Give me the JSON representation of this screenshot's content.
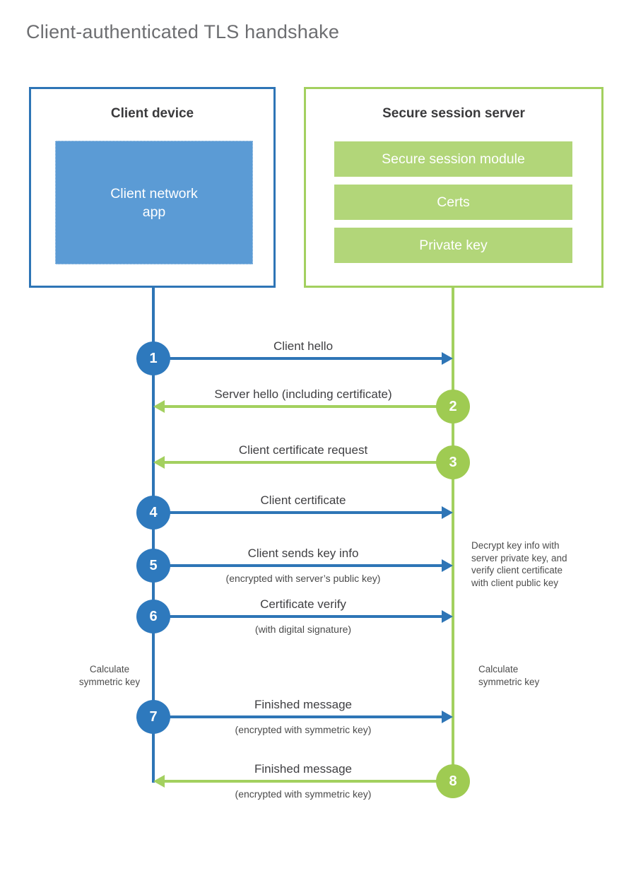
{
  "title": "Client-authenticated TLS handshake",
  "colors": {
    "blue": "#2e75b6",
    "blue-circle": "#2e79bd",
    "blue-fill": "#5b9bd5",
    "green": "#a3d05f",
    "green-circle": "#9fcb52",
    "green-fill": "#b2d679"
  },
  "client": {
    "title": "Client device",
    "app_label": "Client network\napp"
  },
  "server": {
    "title": "Secure session server",
    "modules": [
      "Secure session module",
      "Certs",
      "Private key"
    ]
  },
  "messages": [
    {
      "step": "1",
      "label": "Client hello",
      "sub": "",
      "direction": "right",
      "color": "blue"
    },
    {
      "step": "2",
      "label": "Server hello (including certificate)",
      "sub": "",
      "direction": "left",
      "color": "green"
    },
    {
      "step": "3",
      "label": "Client certificate request",
      "sub": "",
      "direction": "left",
      "color": "green"
    },
    {
      "step": "4",
      "label": "Client certificate",
      "sub": "",
      "direction": "right",
      "color": "blue"
    },
    {
      "step": "5",
      "label": "Client sends key info",
      "sub": "(encrypted with server’s public key)",
      "direction": "right",
      "color": "blue"
    },
    {
      "step": "6",
      "label": "Certificate verify",
      "sub": "(with digital signature)",
      "direction": "right",
      "color": "blue"
    },
    {
      "step": "7",
      "label": "Finished message",
      "sub": "(encrypted with symmetric key)",
      "direction": "right",
      "color": "blue"
    },
    {
      "step": "8",
      "label": "Finished message",
      "sub": "(encrypted with symmetric key)",
      "direction": "left",
      "color": "green"
    }
  ],
  "notes": {
    "decrypt": "Decrypt key info with\nserver private key, and\nverify client certificate\nwith client public key",
    "calc_left": "Calculate\nsymmetric key",
    "calc_right": "Calculate\nsymmetric key"
  }
}
